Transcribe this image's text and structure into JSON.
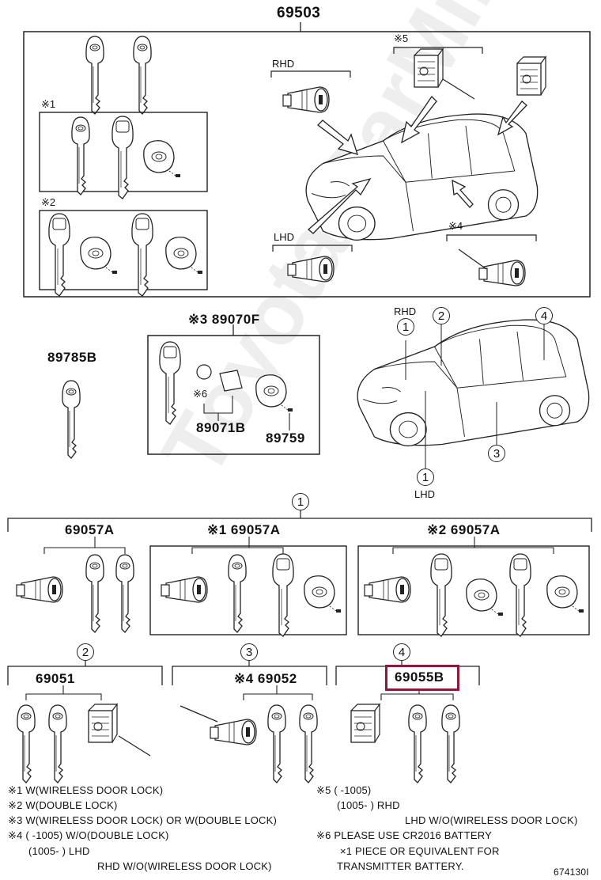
{
  "watermark": "Toyota CarMine.ru",
  "top_part": "69503",
  "top_labels": {
    "rhd": "RHD",
    "lhd": "LHD",
    "n5": "※5",
    "n1": "※1",
    "n2": "※2",
    "n4": "※4"
  },
  "kit": {
    "header": "※3 89070F",
    "n6": "※6",
    "sub": "89071B",
    "part": "89759"
  },
  "key_part": "89785B",
  "car_labels": {
    "rhd": "RHD",
    "lhd": "LHD",
    "c1a": "1",
    "c2": "2",
    "c4": "4",
    "c1b": "1",
    "c3": "3"
  },
  "sec1": {
    "num": "1",
    "a": "69057A",
    "b": "※1 69057A",
    "c": "※2 69057A"
  },
  "sec2": {
    "num": "2",
    "part": "69051"
  },
  "sec3": {
    "num": "3",
    "part": "※4 69052"
  },
  "sec4": {
    "num": "4",
    "part": "69055B"
  },
  "notes_left": [
    "※1 W(WIRELESS DOOR LOCK)",
    "※2 W(DOUBLE LOCK)",
    "※3 W(WIRELESS DOOR LOCK) OR W(DOUBLE LOCK)",
    "※4 (      -1005) W/O(DOUBLE LOCK)",
    "(1005-      ) LHD",
    "RHD W/O(WIRELESS DOOR LOCK)"
  ],
  "notes_right": [
    "※5 (      -1005)",
    "(1005-      ) RHD",
    "LHD W/O(WIRELESS DOOR LOCK)",
    "※6 PLEASE USE CR2016 BATTERY",
    "×1 PIECE OR EQUIVALENT FOR",
    "TRANSMITTER BATTERY."
  ],
  "drawing_id": "674130I",
  "colors": {
    "highlight": "#8b1a3a",
    "line": "#222222"
  }
}
